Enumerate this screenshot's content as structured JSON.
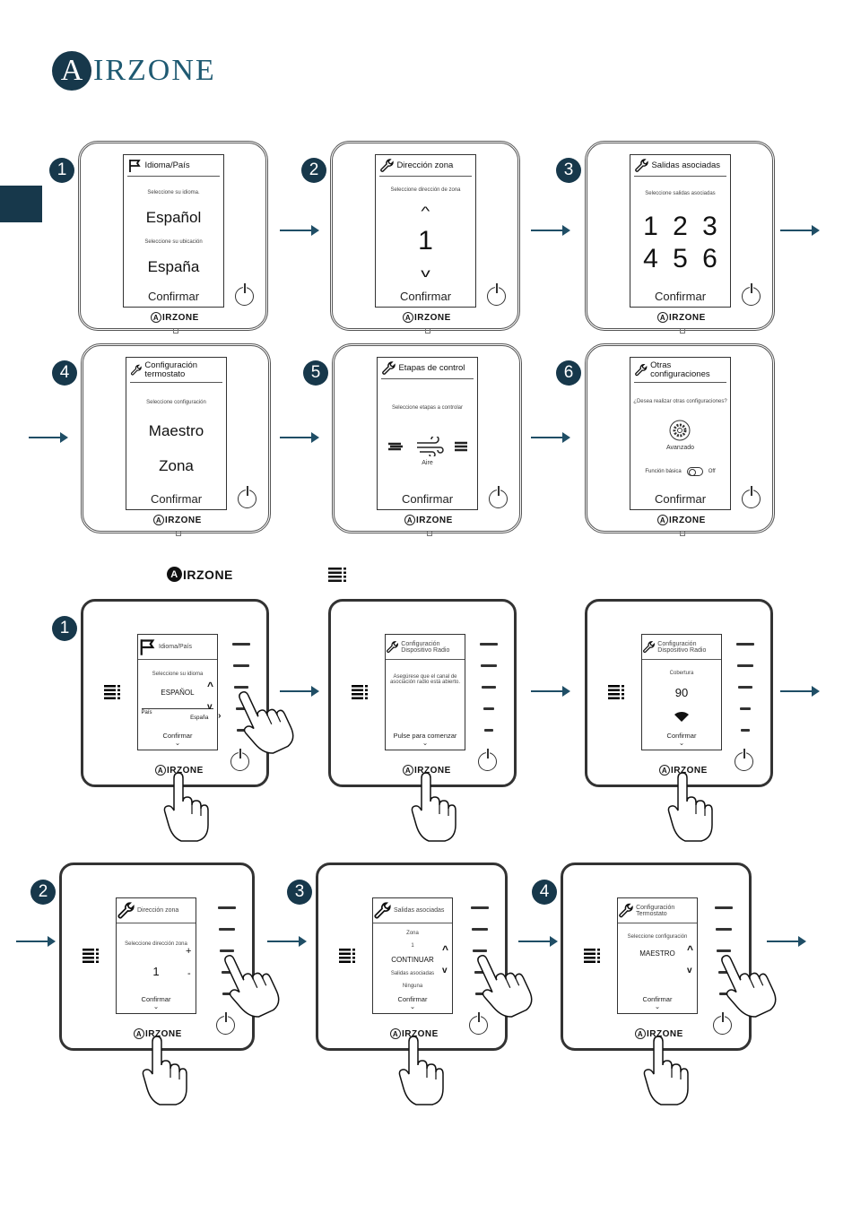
{
  "brand": {
    "logo_letter": "A",
    "logo_rest": "IRZONE",
    "device_brand": "IRZONE",
    "device_brand_letter": "A"
  },
  "colors": {
    "accent": "#17384b",
    "arrow": "#1f4e66"
  },
  "legend": {
    "brand_letter": "A",
    "brand_rest": "IRZONE",
    "menu_icon": "menu-list-icon"
  },
  "lite": [
    {
      "step": "1",
      "icon": "flag-icon",
      "header": "Idioma/País",
      "action": "Confirmar",
      "lines": [
        {
          "role": "prompt",
          "text": "Seleccione su idioma."
        },
        {
          "role": "value",
          "text": "Español"
        },
        {
          "role": "prompt",
          "text": "Seleccione su ubicación"
        },
        {
          "role": "value",
          "text": "España"
        }
      ]
    },
    {
      "step": "2",
      "icon": "wrench-icon",
      "header": "Dirección zona",
      "action": "Confirmar",
      "lines": [
        {
          "role": "prompt",
          "text": "Seleccione dirección de zona"
        },
        {
          "role": "chev-up"
        },
        {
          "role": "bignum",
          "text": "1"
        },
        {
          "role": "chev-down"
        }
      ]
    },
    {
      "step": "3",
      "icon": "wrench-icon",
      "header": "Salidas asociadas",
      "action": "Confirmar",
      "lines": [
        {
          "role": "prompt",
          "text": "Seleccione salidas asociadas"
        },
        {
          "role": "grid",
          "items": [
            "1",
            "2",
            "3",
            "4",
            "5",
            "6"
          ]
        }
      ]
    },
    {
      "step": "4",
      "icon": "wrench-icon",
      "header": "Configuración termostato",
      "action": "Confirmar",
      "lines": [
        {
          "role": "prompt",
          "text": "Seleccione configuración"
        },
        {
          "role": "value",
          "text": "Maestro"
        },
        {
          "role": "value",
          "text": "Zona"
        }
      ]
    },
    {
      "step": "5",
      "icon": "wrench-icon",
      "header": "Etapas de control",
      "action": "Confirmar",
      "lines": [
        {
          "role": "prompt",
          "text": "Seleccione etapas a controlar"
        },
        {
          "role": "stages",
          "text": "Aire"
        }
      ]
    },
    {
      "step": "6",
      "icon": "wrench-icon",
      "header": "Otras configuraciones",
      "action": "Confirmar",
      "lines": [
        {
          "role": "prompt",
          "text": "¿Desea realizar otras configuraciones?"
        },
        {
          "role": "gear",
          "text": "Avanzado"
        },
        {
          "role": "toggle",
          "label": "Función básica",
          "state": "Off"
        }
      ]
    }
  ],
  "blueface": [
    {
      "step": "1",
      "icon": "flag-icon",
      "header": "Idioma/País",
      "action": "Confirmar",
      "chevrons": true,
      "lines": [
        {
          "role": "prompt",
          "text": "Seleccione su idioma"
        },
        {
          "role": "value",
          "text": "ESPAÑOL"
        },
        {
          "role": "field",
          "label": "País",
          "value": "España"
        }
      ]
    },
    {
      "step": "",
      "icon": "wrench-icon",
      "header": "Configuración Dispositivo Radio",
      "action": "Pulse para comenzar",
      "lines": [
        {
          "role": "prompt",
          "text": "Asegúrese que el canal de asociación radio está abierto."
        },
        {
          "role": "spacer"
        }
      ]
    },
    {
      "step": "",
      "icon": "wrench-icon",
      "header": "Configuración Dispositivo Radio",
      "action": "Confirmar",
      "lines": [
        {
          "role": "prompt",
          "text": "Cobertura"
        },
        {
          "role": "num",
          "text": "90"
        },
        {
          "role": "wifi"
        }
      ]
    },
    {
      "step": "2",
      "icon": "wrench-icon",
      "header": "Dirección zona",
      "action": "Confirmar",
      "plusminus": [
        "+",
        "-"
      ],
      "lines": [
        {
          "role": "prompt",
          "text": "Seleccione dirección zona"
        },
        {
          "role": "num",
          "text": "1"
        }
      ]
    },
    {
      "step": "3",
      "icon": "wrench-icon",
      "header": "Salidas asociadas",
      "action": "Confirmar",
      "chevrons": true,
      "lines": [
        {
          "role": "prompt",
          "text": "Zona"
        },
        {
          "role": "prompt",
          "text": "1"
        },
        {
          "role": "value",
          "text": "CONTINUAR"
        },
        {
          "role": "prompt",
          "text": "Salidas asociadas"
        },
        {
          "role": "prompt",
          "text": "Ninguna"
        }
      ]
    },
    {
      "step": "4",
      "icon": "wrench-icon",
      "header": "Configuración Termostato",
      "action": "Confirmar",
      "chevrons": true,
      "lines": [
        {
          "role": "prompt",
          "text": "Seleccione configuración"
        },
        {
          "role": "value",
          "text": "MAESTRO"
        },
        {
          "role": "spacer"
        }
      ]
    }
  ]
}
